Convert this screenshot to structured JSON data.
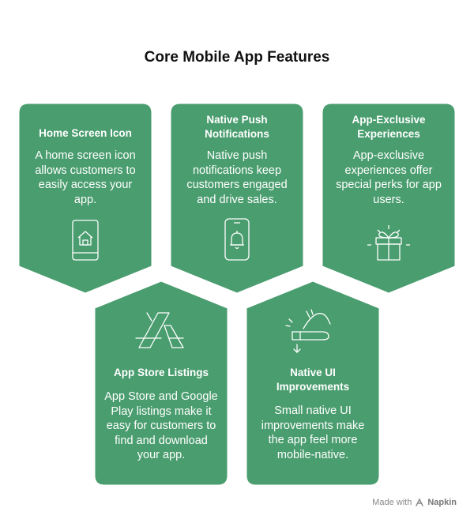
{
  "title": "Core Mobile App Features",
  "colors": {
    "card_fill": "#4a9d6f",
    "card_stroke": "#ffffff",
    "text": "#ffffff"
  },
  "cards": [
    {
      "title": "Home Screen Icon",
      "description": "A home screen icon allows customers to easily access your app.",
      "icon": "home-screen-phone-icon"
    },
    {
      "title": "Native Push Notifications",
      "description": "Native push notifications keep customers engaged and drive sales.",
      "icon": "bell-phone-icon"
    },
    {
      "title": "App-Exclusive Experiences",
      "description": "App-exclusive experiences offer special perks for app users.",
      "icon": "gift-icon"
    },
    {
      "title": "App Store Listings",
      "description": "App Store and Google Play listings make it easy for customers to find and download your app.",
      "icon": "app-store-icon"
    },
    {
      "title": "Native UI Improvements",
      "description": "Small native UI improvements make the app feel more mobile-native.",
      "icon": "tap-gesture-icon"
    }
  ],
  "footer": {
    "made_with": "Made with",
    "brand": "Napkin"
  }
}
